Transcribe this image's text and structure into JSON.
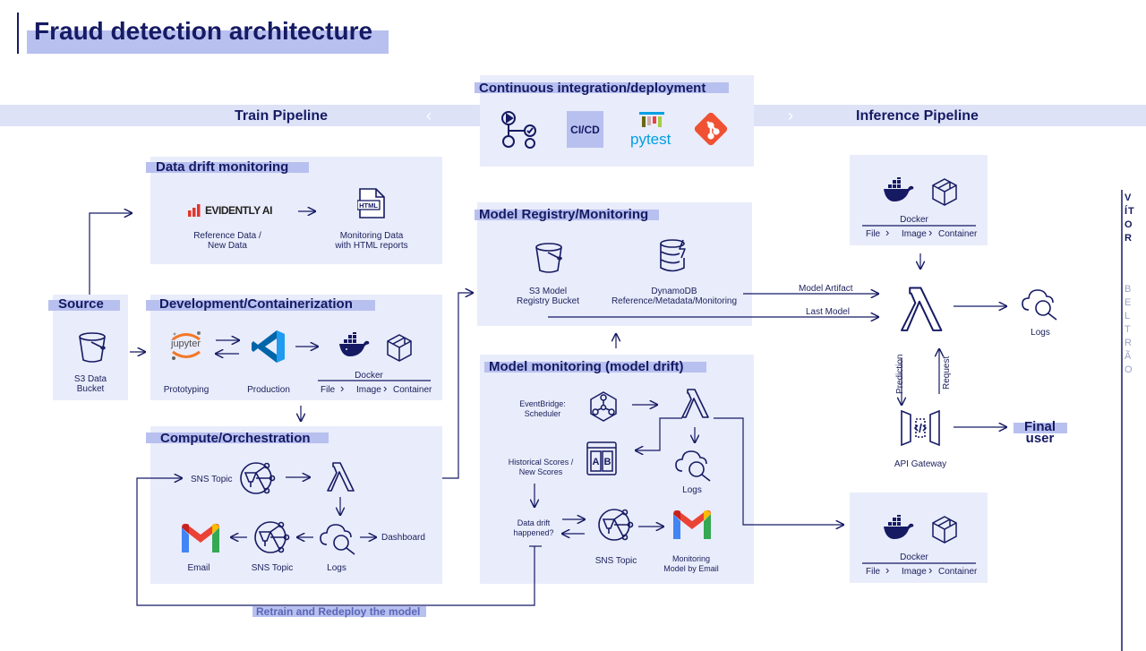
{
  "title": "Fraud detection architecture",
  "train_pipeline": "Train Pipeline",
  "inference_pipeline": "Inference Pipeline",
  "cicd": {
    "title": "Continuous integration/deployment",
    "badge": "CI/CD",
    "pytest": "pytest"
  },
  "data_drift": {
    "title": "Data drift monitoring",
    "logo": "EVIDENTLY AI",
    "ref_line1": "Reference Data /",
    "ref_line2": "New Data",
    "mon_line1": "Monitoring Data",
    "mon_line2": "with HTML reports"
  },
  "source": {
    "title": "Source",
    "s3_line1": "S3 Data",
    "s3_line2": "Bucket"
  },
  "dev": {
    "title": "Development/Containerization",
    "jupyter": "jupyter",
    "prototyping": "Prototyping",
    "production": "Production",
    "docker": "Docker",
    "file": "File",
    "image": "Image",
    "container": "Container"
  },
  "compute": {
    "title": "Compute/Orchestration",
    "sns_topic": "SNS Topic",
    "dashboard": "Dashboard",
    "email": "Email",
    "sns_topic2": "SNS Topic",
    "logs": "Logs"
  },
  "registry": {
    "title": "Model Registry/Monitoring",
    "s3_line1": "S3 Model",
    "s3_line2": "Registry Bucket",
    "ddb_line1": "DynamoDB",
    "ddb_line2": "Reference/Metadata/Monitoring"
  },
  "model_monitoring": {
    "title": "Model monitoring (model drift)",
    "eb_line1": "EventBridge:",
    "eb_line2": "Scheduler",
    "hist_line1": "Historical Scores /",
    "hist_line2": "New Scores",
    "drift_line1": "Data drift",
    "drift_line2": "happened?",
    "logs": "Logs",
    "sns_topic": "SNS Topic",
    "email_line1": "Monitoring",
    "email_line2": "Model by Email"
  },
  "retrain": "Retrain and Redeploy the model",
  "inference": {
    "docker": "Docker",
    "file": "File",
    "image": "Image",
    "container": "Container",
    "model_artifact": "Model Artifact",
    "last_model": "Last Model",
    "logs": "Logs",
    "prediction": "Prediction",
    "request": "Request",
    "api_gateway": "API Gateway",
    "final_line1": "Final",
    "final_line2": "user",
    "docker2": "Docker",
    "file2": "File",
    "image2": "Image",
    "container2": "Container"
  },
  "author": {
    "first": "VÍTOR",
    "last": "BELTRÃO"
  },
  "colors": {
    "navy": "#151a63",
    "panel": "#e9ecfa",
    "highlight": "#b8c0ef",
    "gmail_red": "#ea4335",
    "evidently_red": "#e0362c",
    "git_orange": "#f05133"
  }
}
